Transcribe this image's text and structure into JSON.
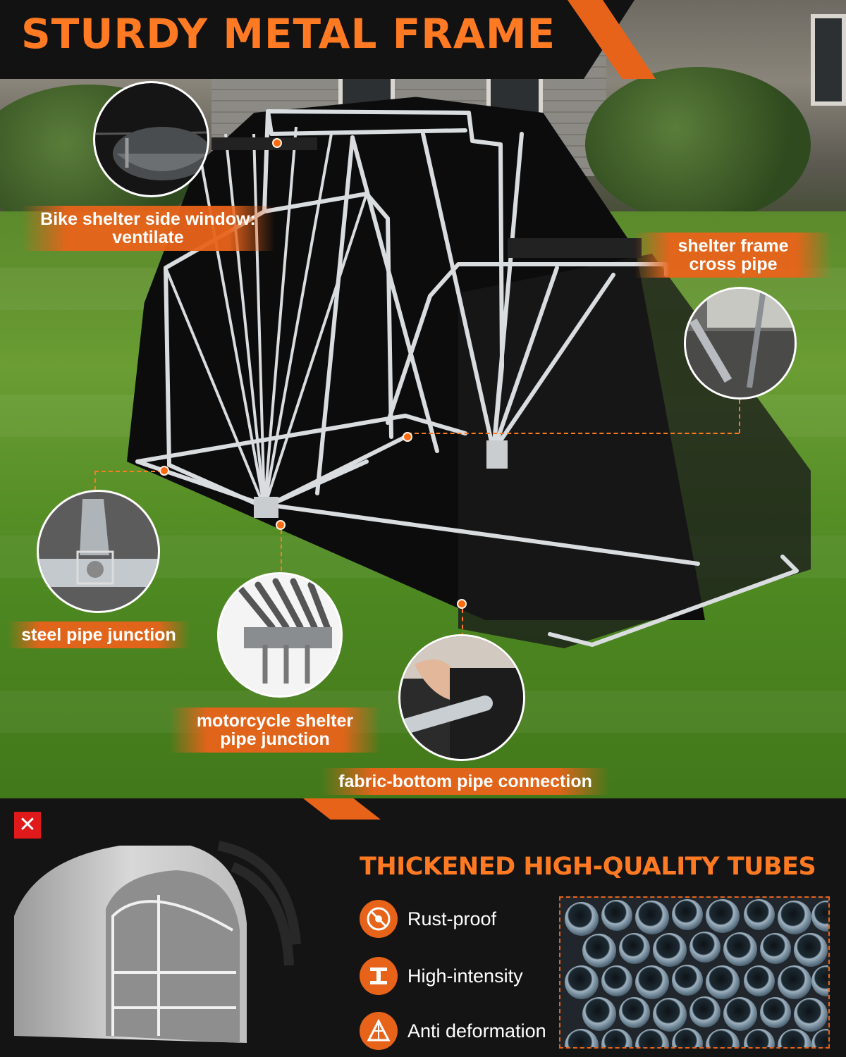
{
  "header": {
    "title": "STURDY METAL FRAME"
  },
  "callouts": {
    "side_window": "Bike shelter side window:\nventilate",
    "cross_pipe": "shelter frame\ncross pipe",
    "steel_junction": "steel pipe junction",
    "moto_junction": "motorcycle shelter\npipe junction",
    "fabric_bottom": "fabric-bottom pipe connection"
  },
  "comparison": {
    "bad_mark": "✕"
  },
  "tubes_section": {
    "title": "THICKENED HIGH-QUALITY TUBES",
    "features": [
      {
        "icon": "rust-proof-icon",
        "label": "Rust-proof"
      },
      {
        "icon": "i-beam-icon",
        "label": "High-intensity"
      },
      {
        "icon": "triangle-frame-icon",
        "label": "Anti deformation"
      }
    ]
  },
  "colors": {
    "accent": "#e8631a",
    "title_orange": "#ff7a22",
    "dark_panel": "#141414",
    "bad_red": "#e01a1a"
  }
}
